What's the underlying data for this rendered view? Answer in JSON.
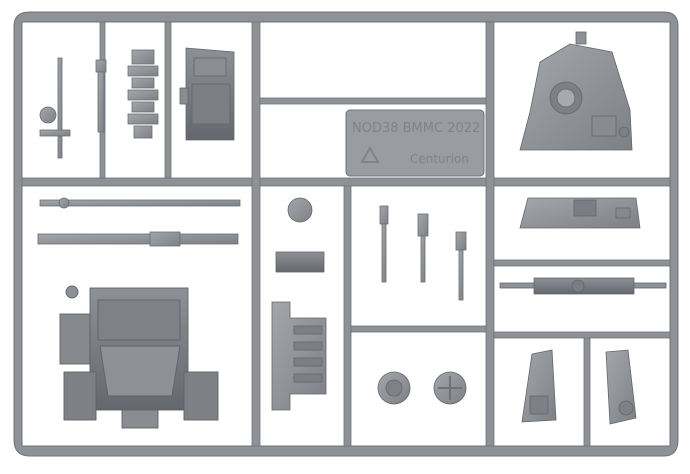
{
  "photo": {
    "subject": "grey plastic model kit sprue frame",
    "background_color": "#ffffff",
    "plastic_color": "#8e9297",
    "plastic_shadow": "#6f7378",
    "plastic_highlight": "#aeb2b6"
  },
  "sprue_tab": {
    "code_text": "NOD38 BMMC 2022",
    "model_text": "Centurion",
    "recycle_icon": "recycle-triangle-icon"
  }
}
